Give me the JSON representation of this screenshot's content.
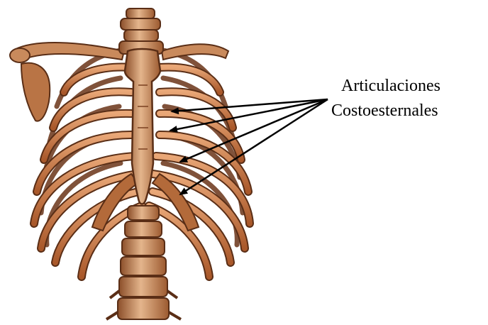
{
  "labels": {
    "line1": "Articulaciones",
    "line2": "Costoesternales"
  },
  "colors": {
    "bone": "#c98a5c",
    "bone_light": "#e4b58c",
    "bone_dark": "#8c4f2a",
    "bone_shadow": "#5a2e16",
    "rib_orange": "#d8844a",
    "arrow": "#000000",
    "background": "#ffffff"
  },
  "illustration": "rib-cage-anterior-view",
  "arrow_count": 4
}
